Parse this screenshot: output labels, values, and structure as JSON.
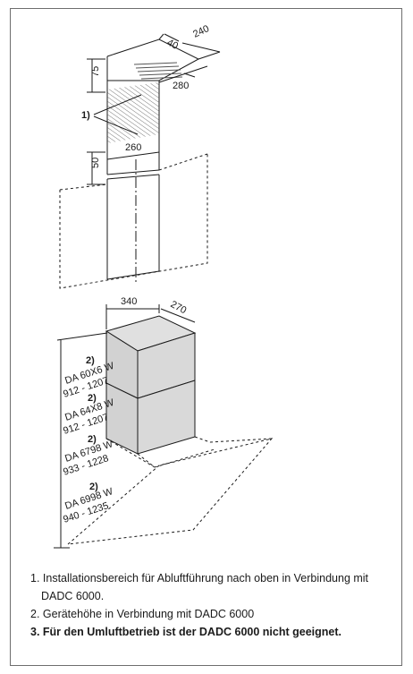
{
  "dimensions": {
    "d40": "40",
    "d240": "240",
    "d75": "75",
    "d280": "280",
    "d260": "260",
    "d50": "50",
    "d340": "340",
    "d270": "270"
  },
  "callouts": {
    "c1": "1)",
    "c2a": "2)",
    "c2b": "2)",
    "c2c": "2)",
    "c2d": "2)"
  },
  "models": [
    {
      "name": "DA 60X6 W",
      "range": "912 - 1207"
    },
    {
      "name": "DA 64X8 W",
      "range": "912 - 1207"
    },
    {
      "name": "DA 6798 W",
      "range": "933 - 1228"
    },
    {
      "name": "DA 6998 W",
      "range": "940 - 1235"
    }
  ],
  "notes": [
    "1. Installationsbereich für Abluftführung nach oben in Verbindung mit DADC 6000.",
    "2. Gerätehöhe in Verbindung mit DADC 6000",
    "3. Für den Umluftbetrieb ist der DADC 6000 nicht geeignet."
  ]
}
